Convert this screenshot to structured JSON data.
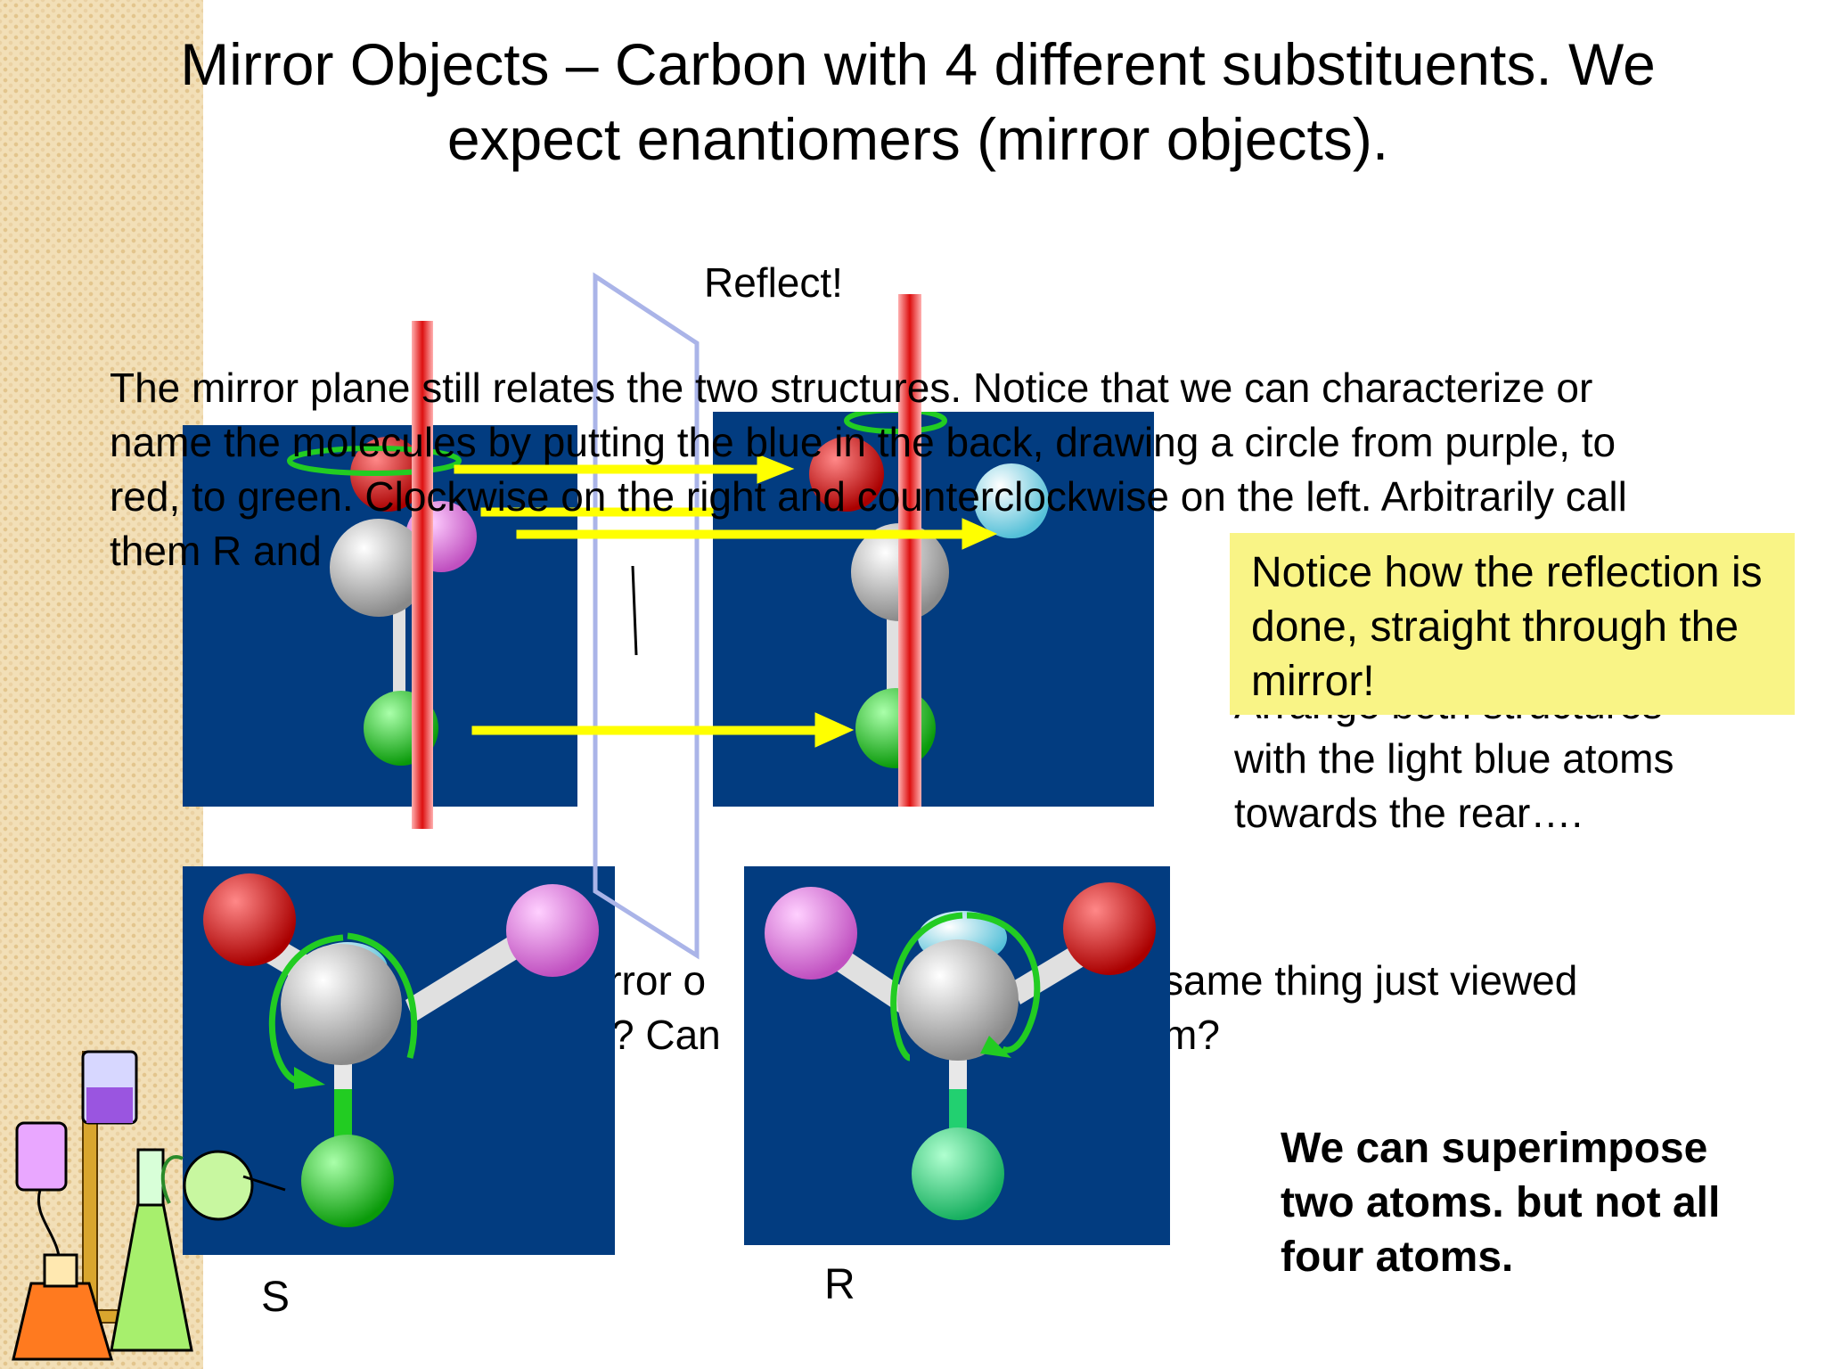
{
  "slide": {
    "title": "Mirror Objects – Carbon with 4 different substituents.  We expect enantiomers (mirror objects).",
    "reflect_label": "Reflect!",
    "paragraph": "The mirror plane still relates the two structures. Notice that we can characterize or name the molecules by putting the blue in the back, drawing a circle from purple, to red, to green.  Clockwise on the right and counterclockwise on the left.  Arbitrarily call them R and",
    "note": "Notice how the reflection is done, straight through the mirror!",
    "arrange_text": "Arrange both structures with the light blue atoms towards the rear….",
    "question_fragment_1": "irror o",
    "question_fragment_2": "same thing just viewed",
    "question_fragment_3": "?  Can",
    "question_fragment_4": "m?",
    "conclusion": "We can superimpose two atoms. but not all four atoms.",
    "label_left": "S",
    "label_right": "R"
  },
  "colors": {
    "panel_blue": "#023c80",
    "note_yellow": "#f9f486",
    "arrow_yellow": "#ffff00",
    "rotation_green": "#22cc22",
    "atom_red": "#ee0000",
    "atom_purple": "#ee88ee",
    "atom_green": "#11dd11",
    "atom_cyan": "#88ddee",
    "atom_gray": "#c0c0c0"
  },
  "icons": [
    "chemistry-lab-clipart",
    "mirror-plane-icon"
  ]
}
